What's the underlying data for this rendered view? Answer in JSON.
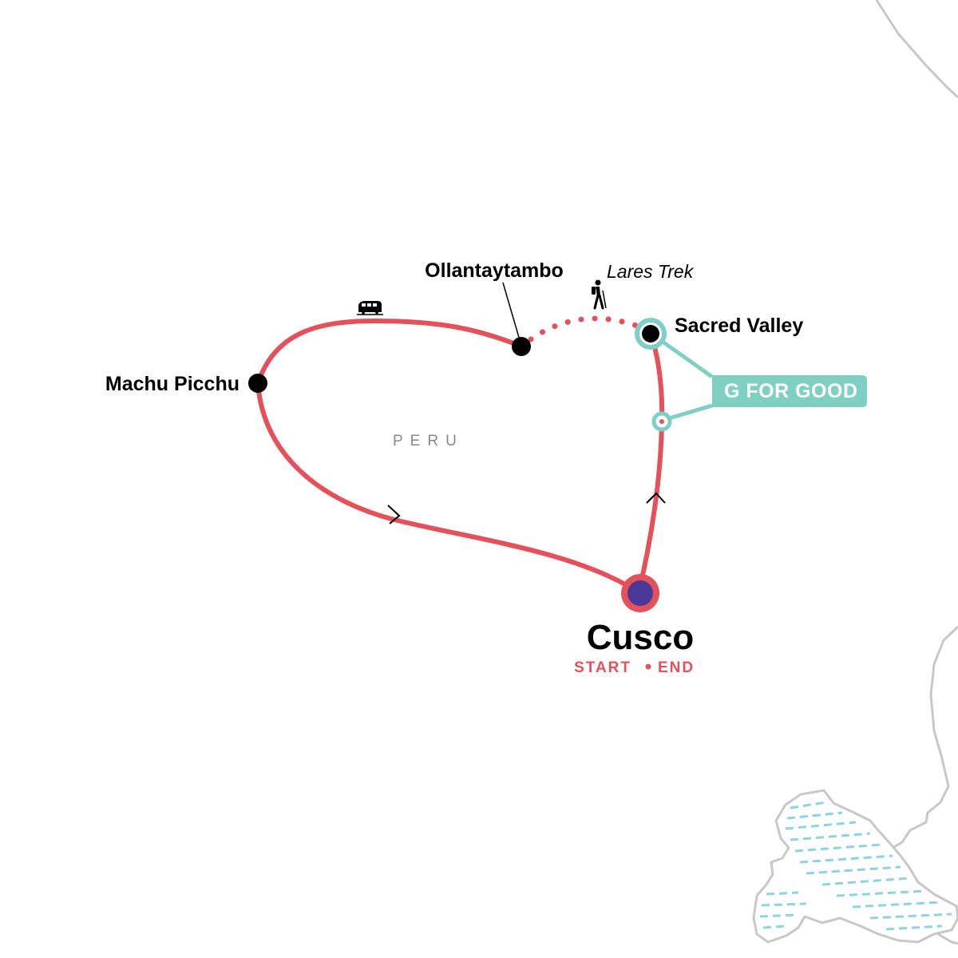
{
  "colors": {
    "route": "#e4515b",
    "good": "#7fd0c3",
    "start_fill": "#4b3896",
    "border": "#c8c8c8",
    "water": "#8fd3df",
    "country_label": "#8a8a8a"
  },
  "country": "PERU",
  "places": {
    "machu_picchu": "Machu Picchu",
    "ollantaytambo": "Ollantaytambo",
    "sacred_valley": "Sacred Valley",
    "cusco": "Cusco"
  },
  "cusco_sub": {
    "start": "START",
    "end": "END"
  },
  "trek_label": "Lares Trek",
  "badge": "G FOR GOOD",
  "icons": {
    "train": "train-icon",
    "hiker": "hiker-icon"
  }
}
